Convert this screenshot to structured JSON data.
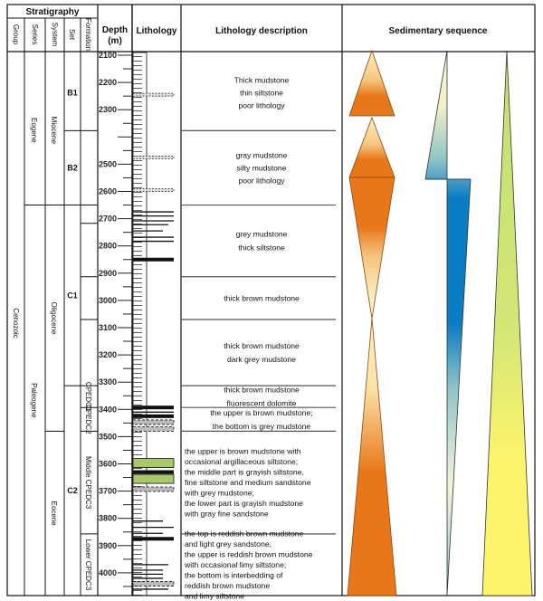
{
  "header": {
    "stratigraphy": "Stratigraphy",
    "group": "Group",
    "series": "Series",
    "system": "System",
    "set": "Set",
    "formation": "Formation",
    "depth": "Depth",
    "depth_unit": "(m)",
    "lithology": "Lithology",
    "description": "Lithology description",
    "sequence": "Sedimentary sequence"
  },
  "group": {
    "label": "Cenozoic"
  },
  "series": [
    {
      "label": "Eogene",
      "top": 2100,
      "bottom": 2650
    },
    {
      "label": "Paleogene",
      "top": 2650,
      "bottom": 4090
    }
  ],
  "system": [
    {
      "label": "Miocene",
      "top": 2100,
      "bottom": 2650
    },
    {
      "label": "Oligocene",
      "top": 2650,
      "bottom": 3480
    },
    {
      "label": "Eocene",
      "top": 3480,
      "bottom": 4090
    }
  ],
  "sets": [
    {
      "label": "B1",
      "top": 2100,
      "bottom": 2377
    },
    {
      "label": "B2",
      "top": 2377,
      "bottom": 2650
    },
    {
      "label": "C1",
      "top": 2650,
      "bottom": 3313
    },
    {
      "label": "C2",
      "top": 3313,
      "bottom": 4090
    }
  ],
  "formations": [
    {
      "label": "",
      "top": 2650,
      "bottom": 2717
    },
    {
      "label": "",
      "top": 2717,
      "bottom": 2913
    },
    {
      "label": "",
      "top": 2913,
      "bottom": 3070
    },
    {
      "label": "",
      "top": 3070,
      "bottom": 3313
    },
    {
      "label": "CPEDC1",
      "top": 3313,
      "bottom": 3393
    },
    {
      "label": "CPEDC2",
      "top": 3393,
      "bottom": 3480
    },
    {
      "label": "Middle CPEDC3",
      "top": 3480,
      "bottom": 3857
    },
    {
      "label": "Lower CPEDC3",
      "top": 3857,
      "bottom": 4090
    }
  ],
  "depth_scale": {
    "min": 2100,
    "max": 4090,
    "labels": [
      "2100",
      "2200",
      "2300",
      "2500",
      "2600",
      "2700",
      "2800",
      "2900",
      "3000",
      "3100",
      "3200",
      "3300",
      "3400",
      "3500",
      "3600",
      "3700",
      "3800",
      "3900",
      "4000"
    ]
  },
  "lithology_layers": [
    {
      "depth": 2245,
      "type": "siltstone"
    },
    {
      "depth": 2475,
      "type": "siltstone"
    },
    {
      "depth": 2595,
      "type": "siltstone"
    },
    {
      "depth": 2675,
      "type": "line"
    },
    {
      "depth": 2690,
      "type": "line"
    },
    {
      "depth": 2708,
      "type": "line"
    },
    {
      "depth": 2722,
      "type": "line"
    },
    {
      "depth": 2745,
      "type": "line"
    },
    {
      "depth": 2768,
      "type": "line"
    },
    {
      "depth": 2783,
      "type": "line"
    },
    {
      "depth": 2850,
      "type": "black"
    },
    {
      "depth": 3393,
      "type": "black"
    },
    {
      "depth": 3410,
      "type": "line"
    },
    {
      "depth": 3425,
      "type": "black"
    },
    {
      "depth": 3447,
      "type": "grey"
    },
    {
      "depth": 3472,
      "type": "grey"
    },
    {
      "depth": 3597,
      "type": "green"
    },
    {
      "depth": 3630,
      "type": "black"
    },
    {
      "depth": 3655,
      "type": "green"
    },
    {
      "depth": 3693,
      "type": "grey"
    },
    {
      "depth": 3810,
      "type": "line"
    },
    {
      "depth": 3833,
      "type": "line"
    },
    {
      "depth": 3855,
      "type": "line"
    },
    {
      "depth": 3875,
      "type": "black"
    },
    {
      "depth": 3970,
      "type": "line"
    },
    {
      "depth": 3990,
      "type": "line"
    },
    {
      "depth": 4005,
      "type": "line"
    },
    {
      "depth": 4020,
      "type": "line"
    },
    {
      "depth": 4040,
      "type": "grey"
    },
    {
      "depth": 4060,
      "type": "line"
    }
  ],
  "descriptions": [
    {
      "top": 2100,
      "bottom": 2377,
      "lines": [
        "Thick mudstone",
        "thin siltstone",
        "poor lithology"
      ]
    },
    {
      "top": 2377,
      "bottom": 2650,
      "lines": [
        "gray mudstone",
        "silty mudstone",
        "poor lithology"
      ]
    },
    {
      "top": 2650,
      "bottom": 2913,
      "lines": [
        "grey mudstone",
        "thick siltstone"
      ]
    },
    {
      "top": 2913,
      "bottom": 3070,
      "lines": [
        "thick brown mudstone"
      ]
    },
    {
      "top": 3070,
      "bottom": 3313,
      "lines": [
        "thick brown mudstone",
        "dark grey mudstone"
      ]
    },
    {
      "top": 3313,
      "bottom": 3393,
      "lines": [
        "thick brown mudstone",
        "fluorescent dolomite"
      ]
    },
    {
      "top": 3393,
      "bottom": 3480,
      "lines": [
        "the upper is brown mudstone;",
        "the bottom is grey mudstone"
      ]
    },
    {
      "top": 3480,
      "bottom": 3857,
      "lines": [
        "the upper is brown mudstone with",
        "occasional argillaceous siltstone;",
        "the middle part  is grayish siltstone,",
        "fine siltstone and medium sandstone",
        "with grey mudstone;",
        "the lower part  is grayish mudstone",
        "with gray fine sandstone"
      ]
    },
    {
      "top": 3857,
      "bottom": 4090,
      "lines": [
        "the top is reddish brown mudstone",
        "and light grey sandstone;",
        "the upper  is reddish brown mudstone",
        "with occasional limy siltstone;",
        "the bottom is interbedding of",
        "reddish brown mudstone",
        "and limy siltstone"
      ]
    }
  ],
  "colors": {
    "orange": "#e8771a",
    "cream": "#fdf1c0",
    "blue": "#0a7cc4",
    "pale": "#f3f6dc",
    "green": "#c4df73",
    "yellow": "#fdf46c",
    "sandstone": "#a8c86a"
  }
}
